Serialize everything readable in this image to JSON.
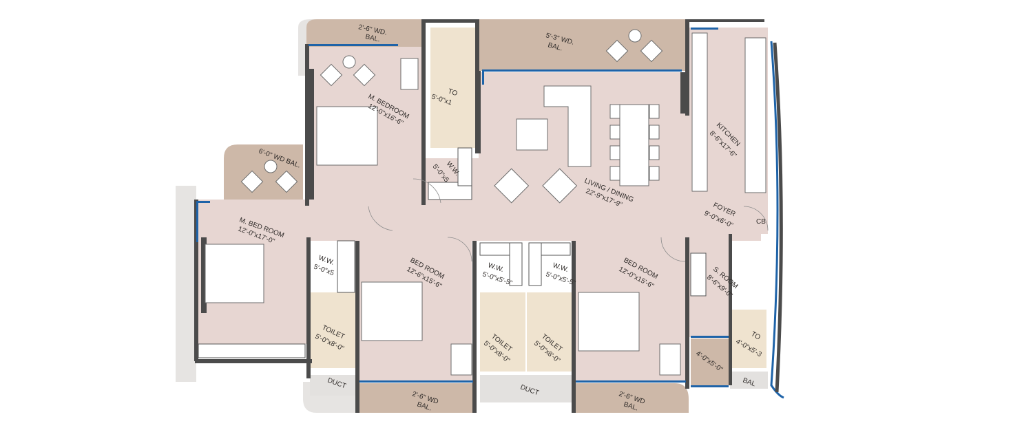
{
  "plan": {
    "labels": {
      "bal_top_left": [
        "2'-6\" WD.",
        "BAL."
      ],
      "bal_top_center": [
        "5'-3\" WD.",
        "BAL."
      ],
      "bal_left": "6'-0\" WD BAL.",
      "m_bedroom": [
        "M. BEDROOM",
        "12'-0\"x16'-6\""
      ],
      "toilet_top": [
        "TO",
        "5'-0\"x1"
      ],
      "ww_top": [
        "W.W.",
        "5'-0\"x5"
      ],
      "kitchen": [
        "KITCHEN",
        "8'-6\"x17'-6\""
      ],
      "living": [
        "LIVING / DINING",
        "22'-9\"x17'-9\""
      ],
      "foyer": [
        "FOYER",
        "9'-0\"x6'-0\""
      ],
      "m_bed_room": [
        "M. BED ROOM",
        "12'-0\"x17'-0\""
      ],
      "ww_left": [
        "W.W.",
        "5'-0\"x5"
      ],
      "bedroom_mid": [
        "BED ROOM",
        "12'-6\"x15'-6\""
      ],
      "ww_mid_left": [
        "W.W.",
        "5'-0\"x5'-5\""
      ],
      "ww_mid_right": [
        "W.W.",
        "5'-0\"x5'-5\""
      ],
      "bedroom_right": [
        "BED ROOM",
        "12'-0\"x15'-6\""
      ],
      "s_room": [
        "S. ROOM",
        "8'-6\"x9'-0\""
      ],
      "toilet_left": [
        "TOILET",
        "5'-0\"x8'-0\""
      ],
      "toilet_mid_left": [
        "TOILET",
        "5'-0\"x8'-0\""
      ],
      "toilet_mid_right": [
        "TOILET",
        "5'-0\"x8'-0\""
      ],
      "toilet_right": [
        "TO",
        "4'-0\"x5'-3"
      ],
      "store": "4'-0\"x5'-0\"",
      "bal_bottom_left": [
        "2'-6\" WD",
        "BAL."
      ],
      "bal_bottom_right": [
        "2'-6\" WD",
        "BAL."
      ],
      "duct_left": "DUCT",
      "duct_mid": "DUCT",
      "duct_right": "BAL",
      "cb": "CB"
    },
    "colors": {
      "room": "#e7d6d2",
      "balcony": "#cdb8a8",
      "wet": "#efe3cf",
      "wall": "#4b4b4b",
      "glass": "#1e63a8"
    }
  }
}
